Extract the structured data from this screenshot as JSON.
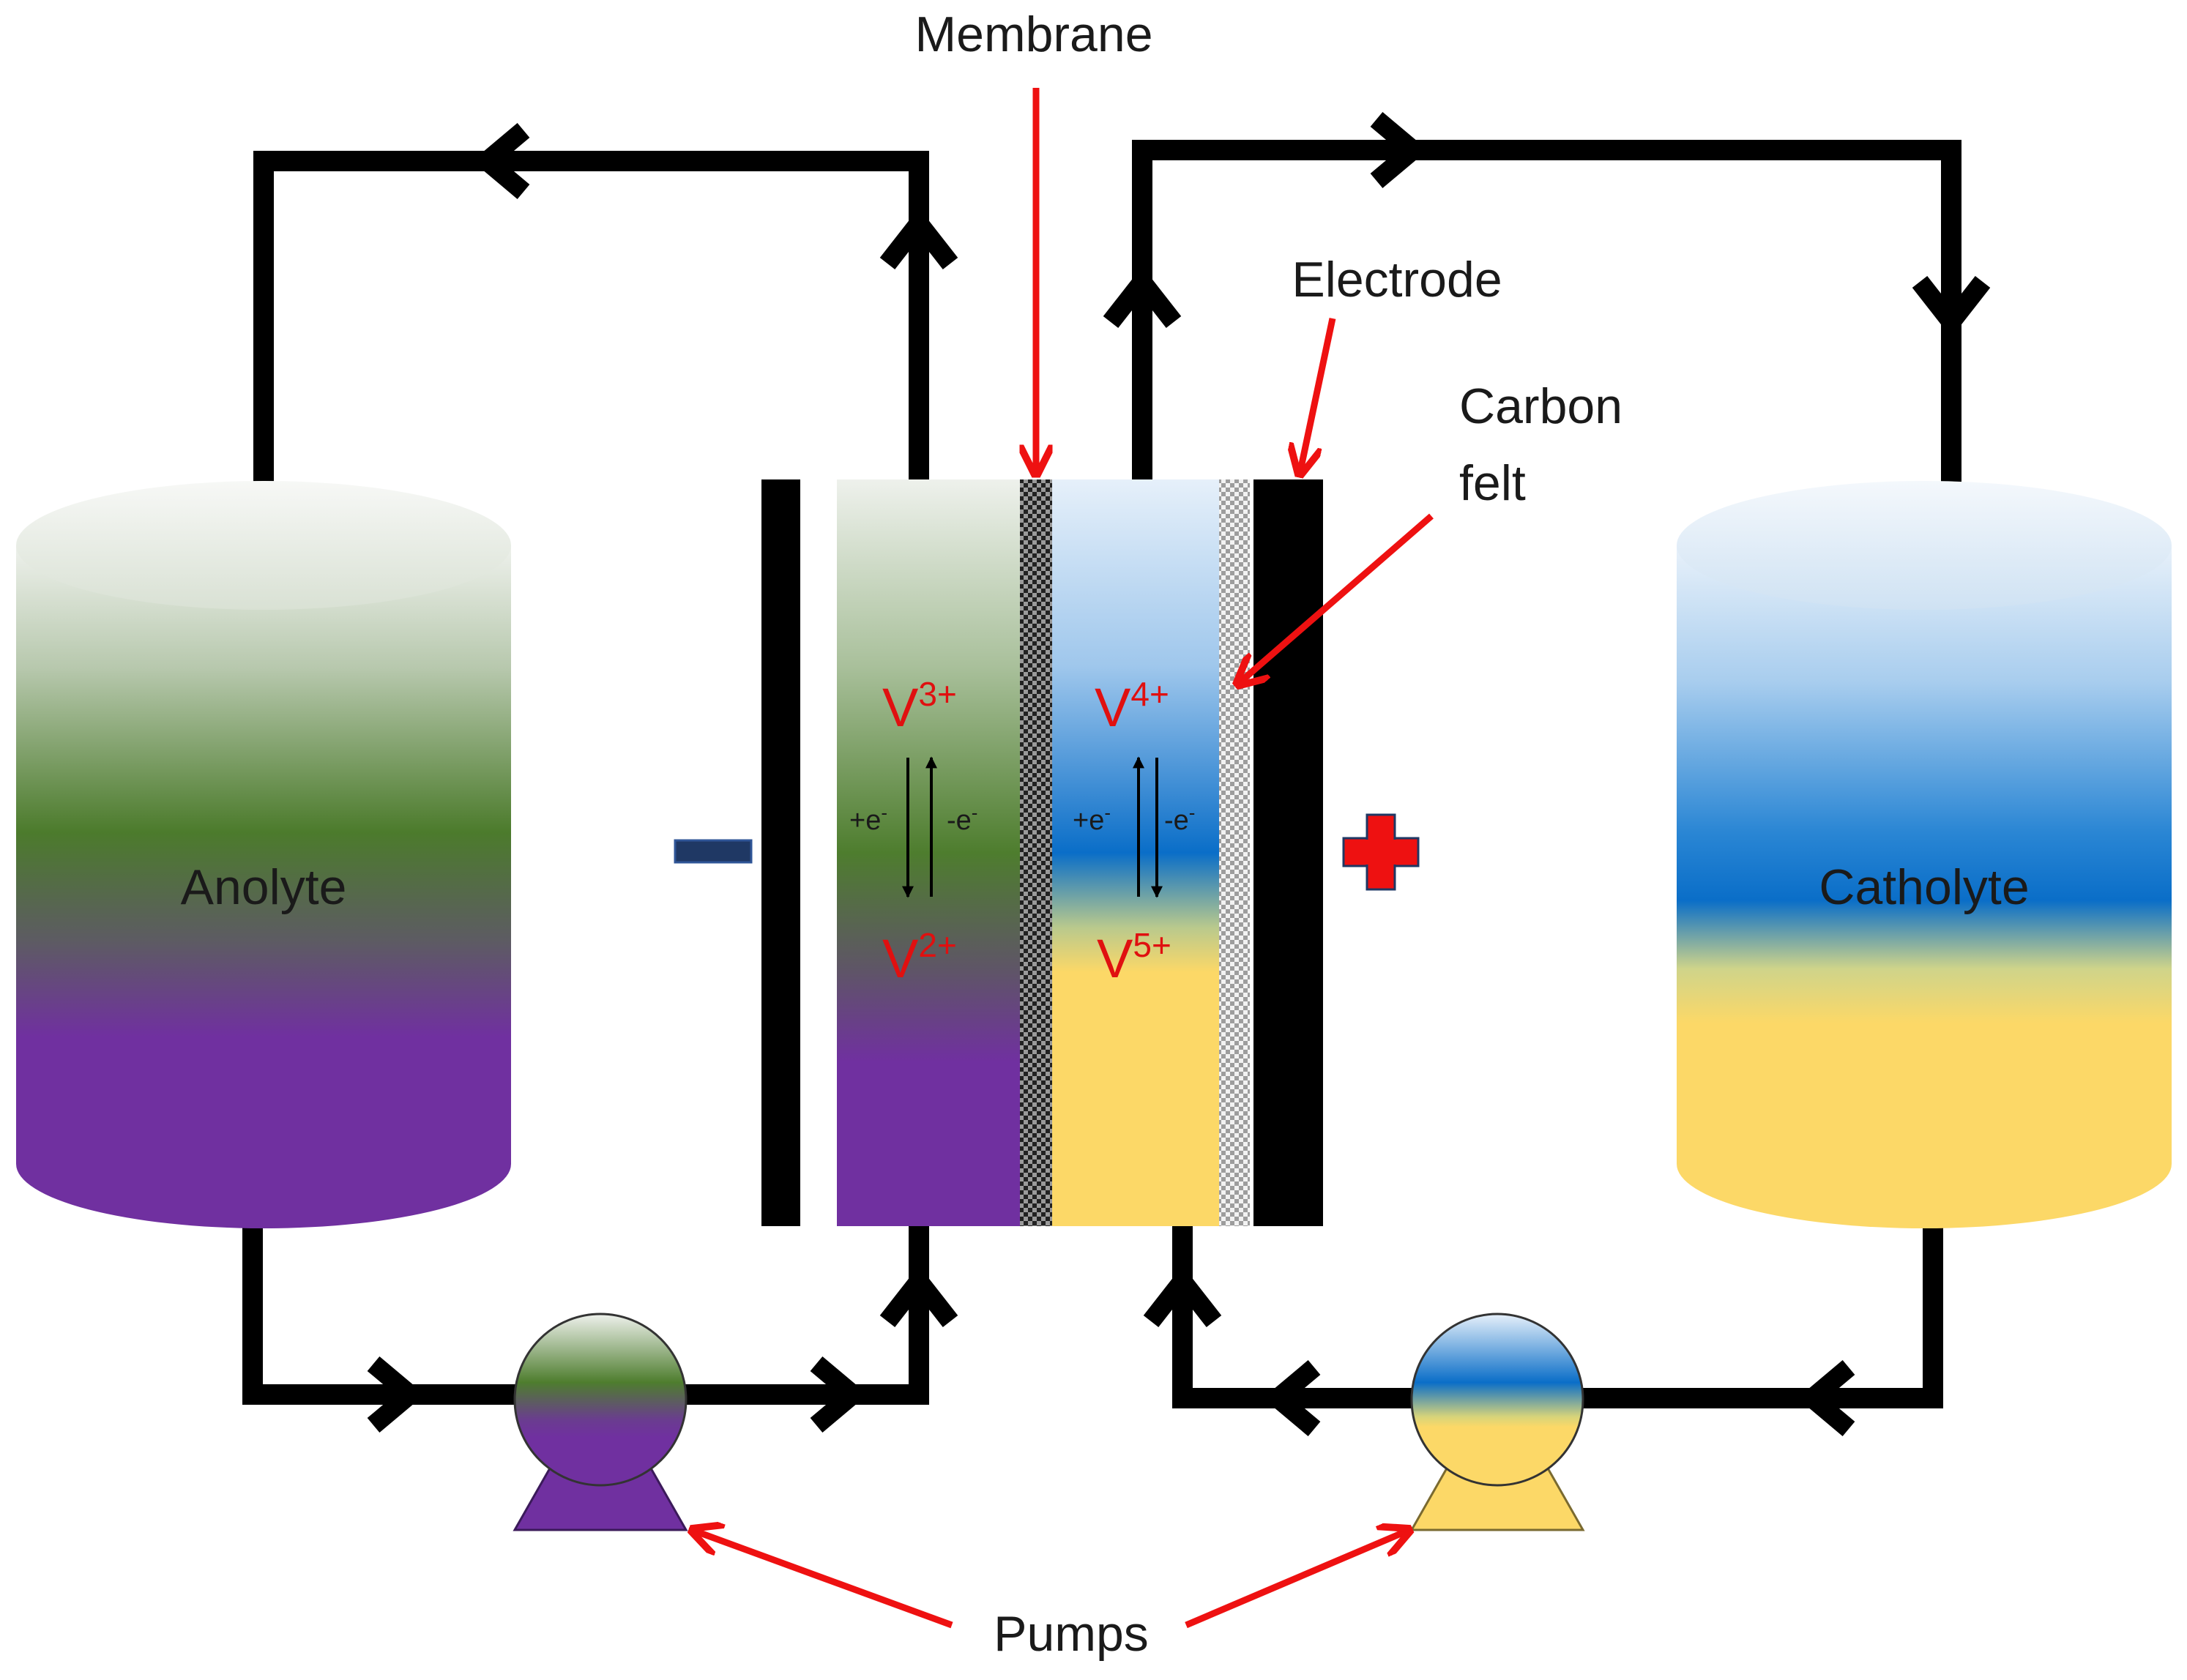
{
  "labels": {
    "membrane": "Membrane",
    "electrode": "Electrode",
    "carbon_felt_line1": "Carbon",
    "carbon_felt_line2": "felt",
    "anolyte": "Anolyte",
    "catholyte": "Catholyte",
    "pumps": "Pumps",
    "negative_sign": "−",
    "positive_sign": "+"
  },
  "ions": {
    "v3": {
      "base": "V",
      "sup": "3+"
    },
    "v2": {
      "base": "V",
      "sup": "2+"
    },
    "v4": {
      "base": "V",
      "sup": "4+"
    },
    "v5": {
      "base": "V",
      "sup": "5+"
    }
  },
  "electrons": {
    "plus_e": {
      "base": "+e",
      "sup": "-"
    },
    "minus_e": {
      "base": "-e",
      "sup": "-"
    }
  },
  "colors": {
    "annotation_arrow": "#ee1111",
    "ion_text": "#e01010",
    "pipe": "#000000",
    "anolyte_top": "#e6ebe4",
    "anolyte_green": "#4a7a2a",
    "anolyte_purple": "#7030a0",
    "catholyte_top": "#e3eef8",
    "catholyte_blue": "#0a6ec8",
    "catholyte_yellow": "#fcd867",
    "negative_sign": "#1f3864",
    "positive_sign": "#ee1111"
  }
}
